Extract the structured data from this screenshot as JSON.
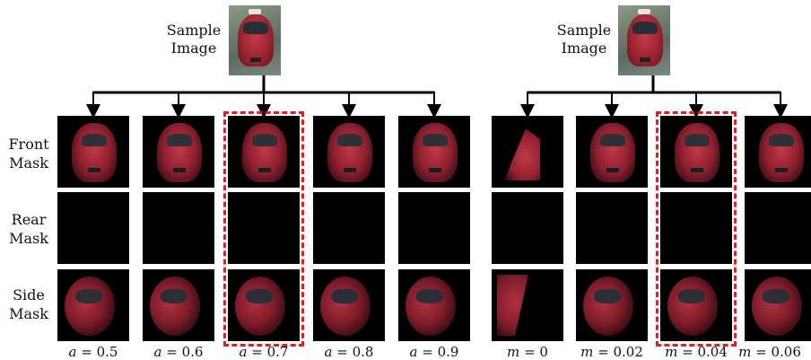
{
  "left_panel": {
    "sample_label": [
      "Sample",
      "Image"
    ],
    "params": [
      {
        "symbol": "a",
        "value": "= 0.5"
      },
      {
        "symbol": "a",
        "value": "= 0.6"
      },
      {
        "symbol": "a",
        "value": "= 0.7"
      },
      {
        "symbol": "a",
        "value": "= 0.8"
      },
      {
        "symbol": "a",
        "value": "= 0.9"
      }
    ],
    "highlighted_index": 2
  },
  "right_panel": {
    "sample_label": [
      "Sample",
      "Image"
    ],
    "params": [
      {
        "symbol": "m",
        "value": "= 0"
      },
      {
        "symbol": "m",
        "value": "= 0.02"
      },
      {
        "symbol": "m",
        "value": "= 0.04"
      },
      {
        "symbol": "m",
        "value": "= 0.06"
      }
    ],
    "highlighted_index": 2
  },
  "row_labels": [
    [
      "Front",
      "Mask"
    ],
    [
      "Rear",
      "Mask"
    ],
    [
      "Side",
      "Mask"
    ]
  ],
  "colors": {
    "highlight": "#e02020",
    "arrow": "#000000",
    "tile_background": "#000000"
  }
}
